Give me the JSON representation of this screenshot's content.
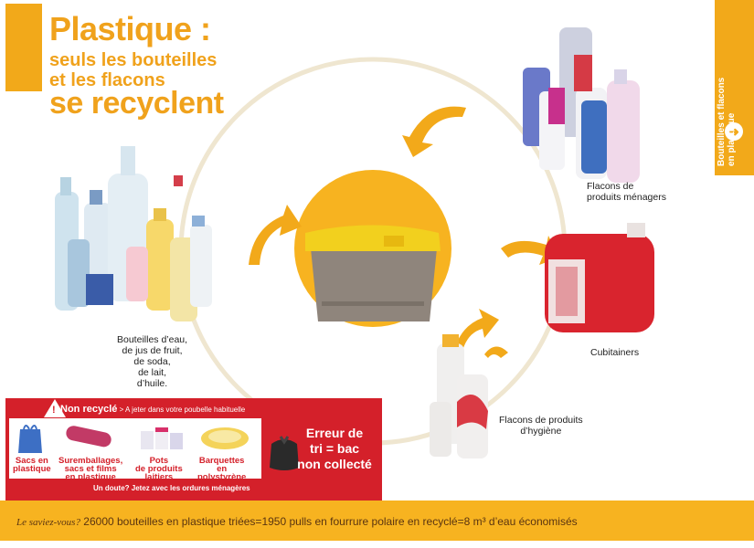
{
  "title": {
    "line1": "Plastique :",
    "line2": "seuls les bouteilles",
    "line3": "et les flacons",
    "line4": "se recyclent"
  },
  "side_tab": {
    "label_line1": "Bouteilles et flacons",
    "label_line2": "en plastique",
    "arrow": "➜"
  },
  "captions": {
    "menagers": [
      "Flacons de",
      "produits ménagers"
    ],
    "cubitainers": "Cubitainers",
    "hygiene": [
      "Flacons de produits",
      "d’hygiène"
    ],
    "bouteilles": [
      "Bouteilles d’eau,",
      "de jus de fruit,",
      "de soda,",
      "de lait,",
      "d’huile."
    ]
  },
  "non_recycle": {
    "header": "Non recyclé",
    "subheader": " > A jeter dans votre poubelle habituelle",
    "items": [
      {
        "lines": [
          "Sacs en",
          "plastique"
        ]
      },
      {
        "lines": [
          "Suremballages,",
          "sacs et films",
          "en plastique"
        ]
      },
      {
        "lines": [
          "Pots",
          "de produits",
          "laitiers"
        ]
      },
      {
        "lines": [
          "Barquettes",
          "en",
          "polystyrène"
        ]
      }
    ],
    "doubt": "Un doute? Jetez avec les ordures ménagères",
    "error_lines": [
      "Erreur de",
      "tri = bac",
      "non collecté"
    ]
  },
  "footer": {
    "intro": "Le saviez-vous?",
    "text": " 26000 bouteilles en plastique triées=1950 pulls en fourrure polaire en recyclé=8 m³ d’eau économisés"
  },
  "colors": {
    "orange": "#f2a91a",
    "red": "#d4202a",
    "band": "#f7b320"
  }
}
